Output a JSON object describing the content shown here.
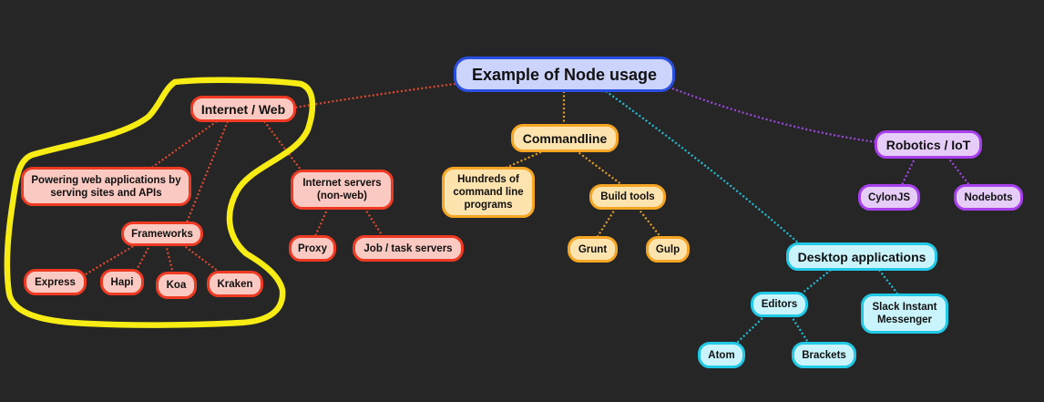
{
  "diagram": {
    "root": "Example of Node usage",
    "internet_web": "Internet / Web",
    "powering_web": "Powering web applications by serving sites and APIs",
    "frameworks": "Frameworks",
    "express": "Express",
    "hapi": "Hapi",
    "koa": "Koa",
    "kraken": "Kraken",
    "internet_servers": "Internet servers (non-web)",
    "proxy": "Proxy",
    "job_task_servers": "Job / task servers",
    "commandline": "Commandline",
    "hundreds_programs": "Hundreds of command line programs",
    "build_tools": "Build tools",
    "grunt": "Grunt",
    "gulp": "Gulp",
    "robotics_iot": "Robotics / IoT",
    "cylonjs": "CylonJS",
    "nodebots": "Nodebots",
    "desktop_apps": "Desktop applications",
    "editors": "Editors",
    "atom": "Atom",
    "brackets": "Brackets",
    "slack_messenger": "Slack Instant Messenger"
  },
  "colors": {
    "background": "#262626",
    "root_fill": "#cdd4fb",
    "root_border": "#2a4fe0",
    "red_fill": "#fac9c1",
    "red_border": "#ee3a22",
    "orange_fill": "#fde3ad",
    "orange_border": "#f7a623",
    "purple_fill": "#e6cdf8",
    "purple_border": "#a940ee",
    "cyan_fill": "#c9f4fb",
    "cyan_border": "#21c9e6",
    "highlight": "#f7ec13"
  }
}
